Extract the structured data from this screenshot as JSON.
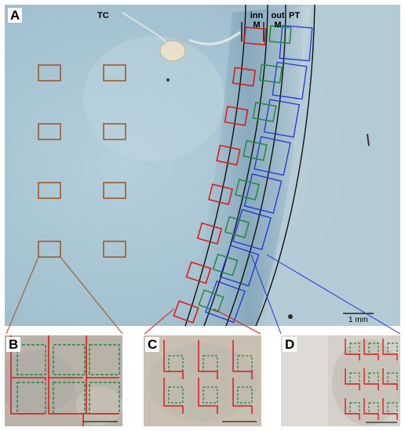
{
  "panel_a": {
    "label": "A",
    "tc": "TC",
    "inn_top": "inn",
    "inn_bottom": "M",
    "out_top": "out",
    "out_bottom": "M",
    "pt": "PT",
    "scale": "1 mm"
  },
  "panel_b": {
    "label": "B"
  },
  "panel_c": {
    "label": "C"
  },
  "panel_d": {
    "label": "D"
  },
  "colors": {
    "tc_boxes": "#a0521c",
    "inner": "#e01b1b",
    "outer": "#1f8a3c",
    "pt_boxes": "#2233dd",
    "boundary": "#111111",
    "stain": "#a9c6d4"
  }
}
